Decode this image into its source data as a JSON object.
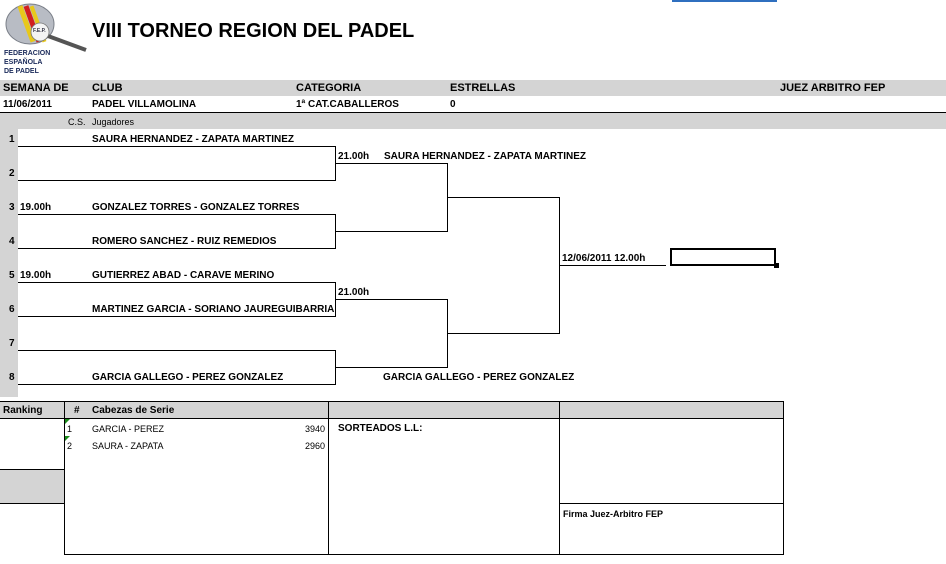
{
  "logo": {
    "line1": "FEDERACION",
    "line2": "ESPAÑOLA",
    "line3": "DE PADEL",
    "ball_text": "F.E.P."
  },
  "title": "VIII TORNEO REGION DEL PADEL",
  "header": {
    "semana_label": "SEMANA DE",
    "club_label": "CLUB",
    "categoria_label": "CATEGORIA",
    "estrellas_label": "ESTRELLAS",
    "juez_label": "JUEZ ARBITRO FEP",
    "semana_value": "11/06/2011",
    "club_value": "PADEL VILLAMOLINA",
    "categoria_value": "1ª CAT.CABALLEROS",
    "estrellas_value": "0"
  },
  "subheader": {
    "cs": "C.S.",
    "jugadores": "Jugadores"
  },
  "draw": {
    "rows": [
      {
        "num": "1",
        "time": "",
        "pair": "SAURA HERNANDEZ - ZAPATA MARTINEZ"
      },
      {
        "num": "2",
        "time": "",
        "pair": ""
      },
      {
        "num": "3",
        "time": "19.00h",
        "pair": "GONZALEZ TORRES - GONZALEZ TORRES"
      },
      {
        "num": "4",
        "time": "",
        "pair": "ROMERO SANCHEZ - RUIZ REMEDIOS"
      },
      {
        "num": "5",
        "time": "19.00h",
        "pair": "GUTIERREZ ABAD - CARAVE MERINO"
      },
      {
        "num": "6",
        "time": "",
        "pair": "MARTINEZ GARCIA - SORIANO JAUREGUIBARRIA"
      },
      {
        "num": "7",
        "time": "",
        "pair": ""
      },
      {
        "num": "8",
        "time": "",
        "pair": "GARCIA GALLEGO - PEREZ GONZALEZ"
      }
    ],
    "round2": [
      {
        "time": "21.00h",
        "pair": "SAURA HERNANDEZ - ZAPATA MARTINEZ"
      },
      {
        "time": "",
        "pair": ""
      },
      {
        "time": "21.00h",
        "pair": ""
      },
      {
        "time": "",
        "pair": "GARCIA GALLEGO - PEREZ GONZALEZ"
      }
    ],
    "final_time": "12/06/2011 12.00h",
    "winner": ""
  },
  "bottom": {
    "ranking_label": "Ranking",
    "hash_label": "#",
    "seeds_label": "Cabezas de Serie",
    "seeds": [
      {
        "num": "1",
        "name": "GARCIA - PEREZ",
        "points": "3940"
      },
      {
        "num": "2",
        "name": "SAURA - ZAPATA",
        "points": "2960"
      }
    ],
    "sorteados_label": "SORTEADOS L.L:",
    "firma_label": "Firma Juez-Arbitro FEP"
  }
}
